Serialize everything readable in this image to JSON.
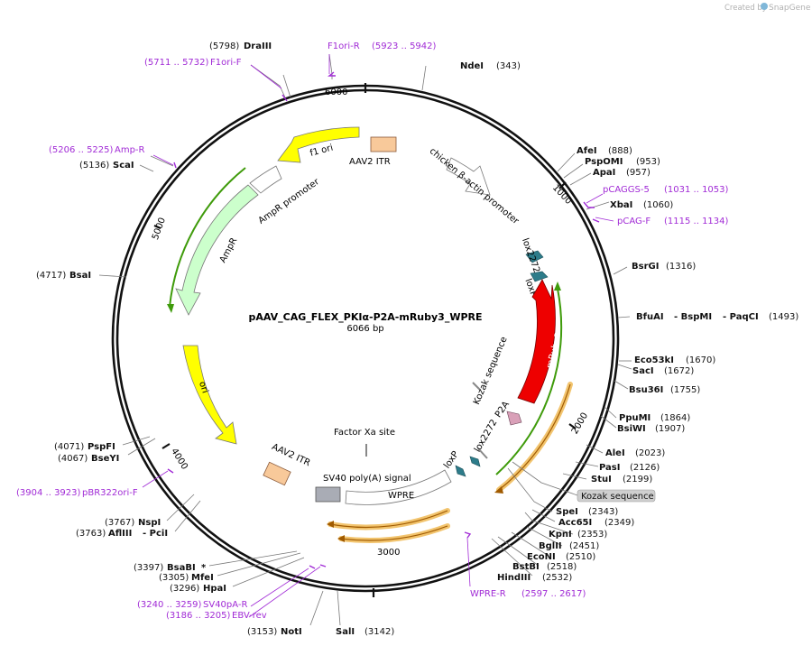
{
  "credit": {
    "created_by": "Created by",
    "brand": "SnapGene"
  },
  "title": {
    "name": "pAAV_CAG_FLEX_PKIα-P2A-mRuby3_WPRE",
    "size": "6066 bp"
  },
  "ticks": {
    "t1000": "1000",
    "t2000": "2000",
    "t3000": "3000",
    "t4000": "4000",
    "t5000": "5000",
    "t6000": "6000"
  },
  "features": {
    "aav2_itr_top": "AAV2 ITR",
    "f1_ori": "f1 ori",
    "ampr_promoter": "AmpR promoter",
    "ampr": "AmpR",
    "ori": "ori",
    "cba_promoter": "chicken β-actin promoter",
    "lox2272_top": "lox2272",
    "loxp_top": "loxP",
    "mruby3": "mRuby3",
    "kozak": "Kozak sequence",
    "p2a": "P2A",
    "lox2272_bottom": "lox2272",
    "loxp_bottom": "loxP",
    "factor_xa": "Factor Xa site",
    "sv40_polya": "SV40 poly(A) signal",
    "wpre": "WPRE",
    "aav2_itr_bottom": "AAV2 ITR"
  },
  "sites": {
    "ndei": {
      "name": "NdeI",
      "pos": "(343)"
    },
    "afei": {
      "name": "AfeI",
      "pos": "(888)"
    },
    "pspomi": {
      "name": "PspOMI",
      "pos": "(953)"
    },
    "apai": {
      "name": "ApaI",
      "pos": "(957)"
    },
    "xbai": {
      "name": "XbaI",
      "pos": "(1060)"
    },
    "bsrgi": {
      "name": "BsrGI",
      "pos": "(1316)"
    },
    "bfuai": {
      "name": "BfuAI",
      "extra1": "- BspMI",
      "extra2": "- PaqCI",
      "pos": "(1493)"
    },
    "eco53ki": {
      "name": "Eco53kI",
      "pos": "(1670)"
    },
    "saci": {
      "name": "SacI",
      "pos": "(1672)"
    },
    "bsu36i": {
      "name": "Bsu36I",
      "pos": "(1755)"
    },
    "ppumi": {
      "name": "PpuMI",
      "pos": "(1864)"
    },
    "bsiwi": {
      "name": "BsiWI",
      "pos": "(1907)"
    },
    "alei": {
      "name": "AleI",
      "pos": "(2023)"
    },
    "pasi": {
      "name": "PasI",
      "pos": "(2126)"
    },
    "stui": {
      "name": "StuI",
      "pos": "(2199)"
    },
    "kozak_tag": {
      "name": "Kozak sequence"
    },
    "spei": {
      "name": "SpeI",
      "pos": "(2343)"
    },
    "acc65i": {
      "name": "Acc65I",
      "pos": "(2349)"
    },
    "kpni": {
      "name": "KpnI",
      "pos": "(2353)"
    },
    "bglii": {
      "name": "BglII",
      "pos": "(2451)"
    },
    "econi": {
      "name": "EcoNI",
      "pos": "(2510)"
    },
    "bstbi": {
      "name": "BstBI",
      "pos": "(2518)"
    },
    "hindiii": {
      "name": "HindIII",
      "pos": "(2532)"
    },
    "sali": {
      "name": "SalI",
      "pos": "(3142)"
    },
    "noti": {
      "name": "NotI",
      "pos": "(3153)"
    },
    "hpai": {
      "name": "HpaI",
      "pos": "(3296)"
    },
    "mfei": {
      "name": "MfeI",
      "pos": "(3305)"
    },
    "bsabi": {
      "name": "BsaBI",
      "star": "*",
      "pos": "(3397)"
    },
    "afliii": {
      "name": "AflIII",
      "extra1": "- PciI",
      "pos": "(3763)"
    },
    "nspi": {
      "name": "NspI",
      "pos": "(3767)"
    },
    "bseyi": {
      "name": "BseYI",
      "pos": "(4067)"
    },
    "pspfi": {
      "name": "PspFI",
      "pos": "(4071)"
    },
    "bsai": {
      "name": "BsaI",
      "pos": "(4717)"
    },
    "scai": {
      "name": "ScaI",
      "pos": "(5136)"
    },
    "draiii": {
      "name": "DraIII",
      "pos": "(5798)"
    }
  },
  "primers": {
    "f1ori_r": {
      "name": "F1ori-R",
      "range": "(5923 .. 5942)"
    },
    "f1ori_f": {
      "name": "F1ori-F",
      "range": "(5711 .. 5732)"
    },
    "amp_r": {
      "name": "Amp-R",
      "range": "(5206 .. 5225)"
    },
    "pcaggs5": {
      "name": "pCAGGS-5",
      "range": "(1031 .. 1053)"
    },
    "pcag_f": {
      "name": "pCAG-F",
      "range": "(1115 .. 1134)"
    },
    "wpre_r": {
      "name": "WPRE-R",
      "range": "(2597 .. 2617)"
    },
    "sv40pa_r": {
      "name": "SV40pA-R",
      "range": "(3240 .. 3259)"
    },
    "ebv_rev": {
      "name": "EBV-rev",
      "range": "(3186 .. 3205)"
    },
    "pbr322ori_f": {
      "name": "pBR322ori-F",
      "range": "(3904 .. 3923)"
    }
  },
  "colors": {
    "backbone": "#111111",
    "ori": "#ffff00",
    "f1_ori": "#ffff00",
    "ampr": "#ccffcc",
    "itr": "#f8c99a",
    "mruby3": "#ee0000",
    "p2a": "#d9a0b8",
    "lox": "#2d7c8a",
    "primer": "#a12bd6",
    "orf_green": "#3f9b0b",
    "orf_orange": "#f2c46e"
  }
}
